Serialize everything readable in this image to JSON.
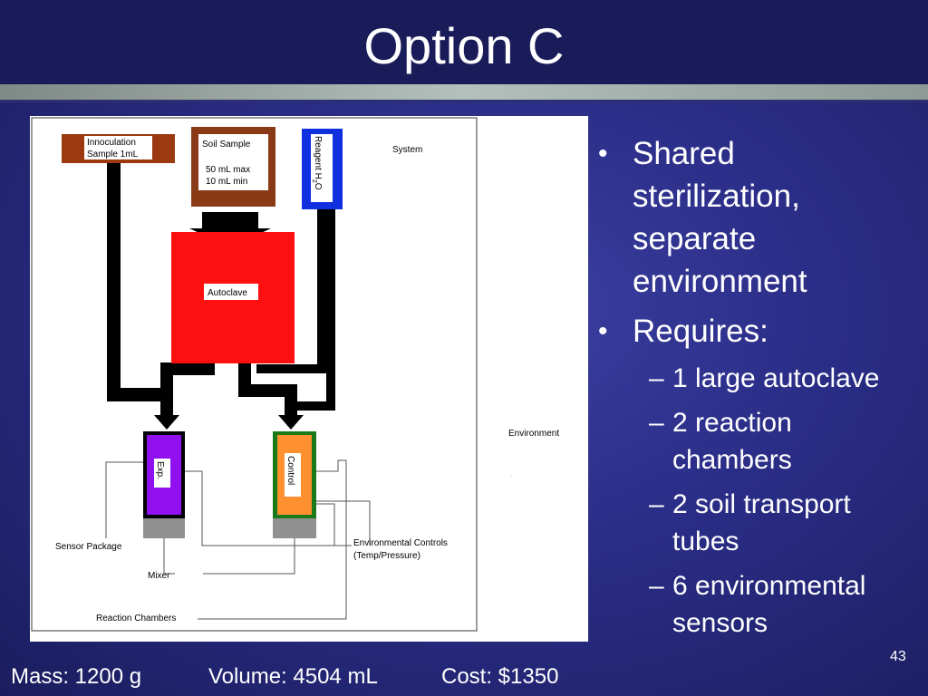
{
  "title": "Option C",
  "bullets": [
    {
      "text": "Shared sterilization, separate environment",
      "lines": [
        "Shared",
        "sterilization,",
        "separate",
        "environment"
      ],
      "subitems": []
    },
    {
      "text": "Requires:",
      "lines": [
        "Requires:"
      ],
      "subitems": [
        {
          "lines": [
            "1 large autoclave"
          ]
        },
        {
          "lines": [
            "2 reaction",
            "chambers"
          ]
        },
        {
          "lines": [
            "2 soil transport",
            "tubes"
          ]
        },
        {
          "lines": [
            "6 environmental",
            "sensors"
          ]
        }
      ]
    }
  ],
  "diagram": {
    "system_label": "System",
    "environment_label": "Environment",
    "innoculation_line1": "Innoculation",
    "innoculation_line2": "Sample 1mL",
    "soil_title": "Soil Sample",
    "soil_max": "50 mL max",
    "soil_min": "10 mL min",
    "reagent_label": "Reagent H",
    "reagent_sub": "2",
    "reagent_end": "O",
    "autoclave_label": "Autoclave",
    "exp_label": "Exp.",
    "control_label": "Control",
    "sensor_package_label": "Sensor Package",
    "mixer_label": "Mixer",
    "reaction_chambers_label": "Reaction Chambers",
    "env_controls_line1": "Environmental Controls",
    "env_controls_line2": "(Temp/Pressure)",
    "colors": {
      "innoculation": "#9b3a10",
      "soil": "#8b3a18",
      "reagent": "#1030e0",
      "autoclave": "#ff1010",
      "exp": "#9010f0",
      "control": "#ff9030",
      "mixer": "#909090"
    }
  },
  "slide_number": "43",
  "footer": {
    "mass": "Mass: 1200 g",
    "volume": "Volume: 4504 mL",
    "cost": "Cost:  $1350"
  }
}
